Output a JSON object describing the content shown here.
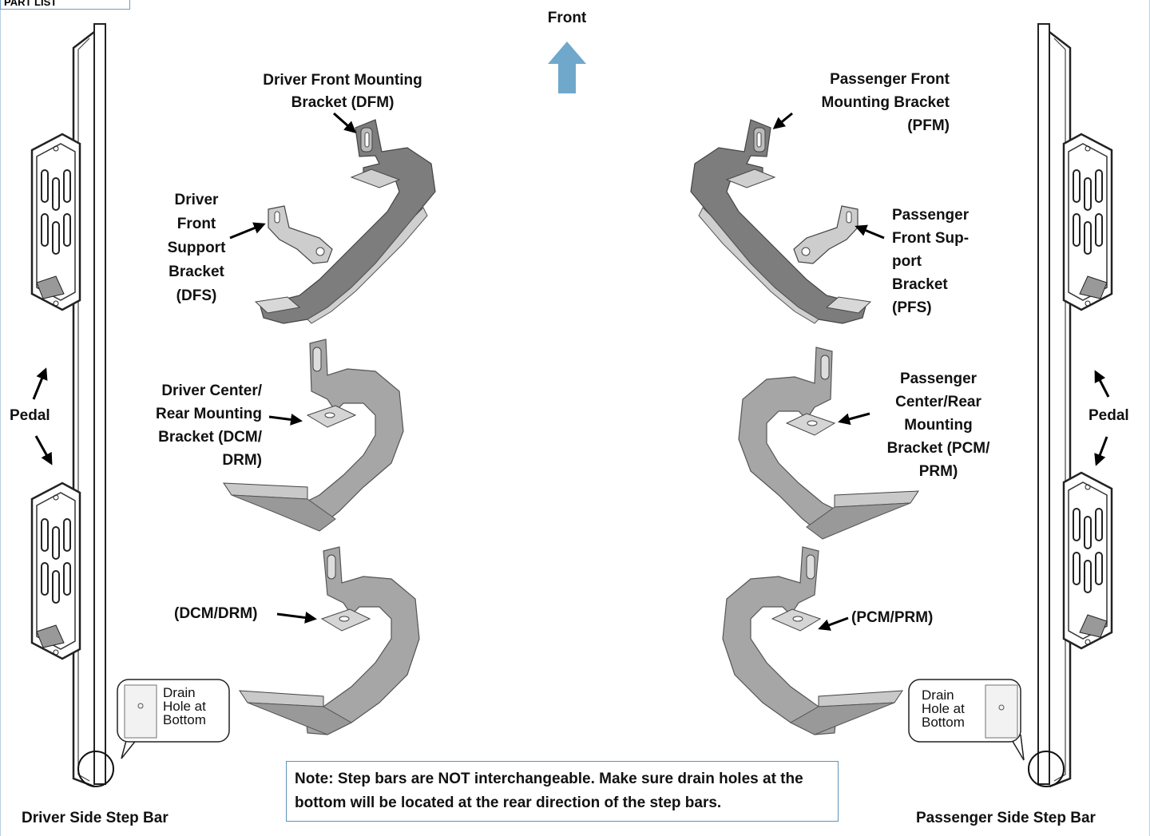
{
  "header_tag": "PART LIST",
  "direction_label": "Front",
  "labels": {
    "dfm": "Driver Front Mounting\nBracket (DFM)",
    "dfs": "Driver\nFront\nSupport\nBracket\n(DFS)",
    "dcm": "Driver Center/\nRear Mounting\nBracket (DCM/\nDRM)",
    "dcm2": "(DCM/DRM)",
    "pfm": "Passenger Front\nMounting Bracket\n(PFM)",
    "pfs": "Passenger\nFront Sup-\nport\nBracket\n(PFS)",
    "pcm": "Passenger\nCenter/Rear\nMounting\nBracket (PCM/\nPRM)",
    "pcm2": "(PCM/PRM)",
    "pedal_left": "Pedal",
    "pedal_right": "Pedal",
    "drain_left": "Drain\nHole at\nBottom",
    "drain_right": "Drain\nHole at\nBottom",
    "driver_bar": "Driver Side Step Bar",
    "passenger_bar": "Passenger Side Step Bar"
  },
  "note": "Note: Step bars are NOT interchangeable. Make sure drain holes at the bottom will be located at the rear direction of the step bars.",
  "colors": {
    "arrow_front": "#6fa8cb",
    "bracket_fill": "#a9a9a9",
    "bracket_dark": "#777777",
    "frame_border": "#5d93b8"
  }
}
